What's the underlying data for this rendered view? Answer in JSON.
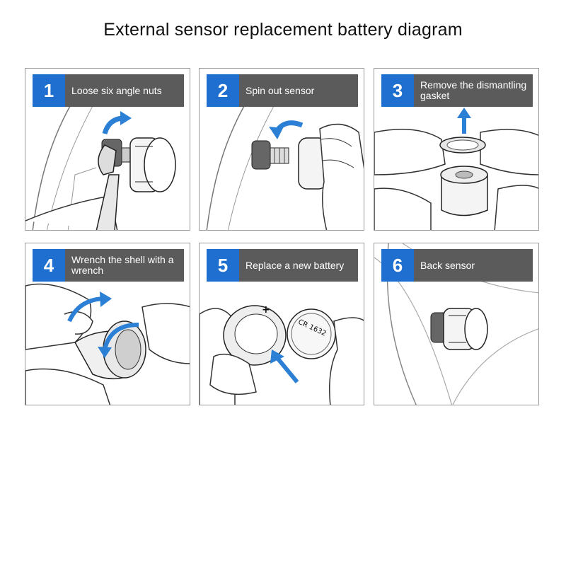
{
  "title": "External sensor replacement battery diagram",
  "colors": {
    "accent": "#1e6fd0",
    "header_bg": "#5b5b5b",
    "arrow": "#2b7fd4"
  },
  "steps": [
    {
      "number": "1",
      "label": "Loose six angle nuts",
      "icon": "wrench-on-nut-icon"
    },
    {
      "number": "2",
      "label": "Spin out sensor",
      "icon": "unscrew-sensor-icon"
    },
    {
      "number": "3",
      "label": "Remove the dismantling gasket",
      "icon": "lift-gasket-icon"
    },
    {
      "number": "4",
      "label": "Wrench the shell with a wrench",
      "icon": "open-shell-icon"
    },
    {
      "number": "5",
      "label": "Replace a new battery",
      "icon": "coin-battery-icon",
      "battery_text": "CR 1632",
      "battery_sign": "+"
    },
    {
      "number": "6",
      "label": "Back sensor",
      "icon": "installed-sensor-icon"
    }
  ]
}
